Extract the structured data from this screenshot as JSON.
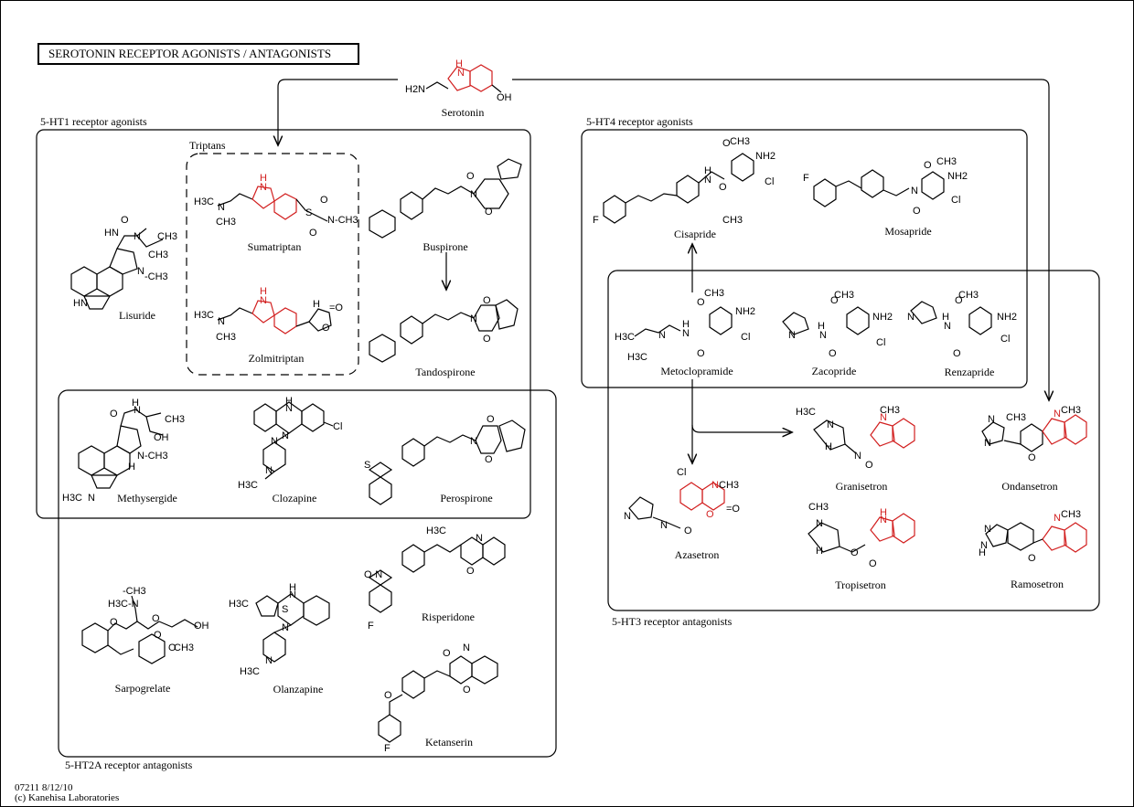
{
  "title": "SEROTONIN RECEPTOR AGONISTS / ANTAGONISTS",
  "serotonin": "Serotonin",
  "groups": {
    "ht1_agonists": "5-HT1 receptor agonists",
    "triptans": "Triptans",
    "ht4_agonists": "5-HT4 receptor agonists",
    "ht2a_antagonists": "5-HT2A receptor antagonists",
    "ht3_antagonists": "5-HT3 receptor antagonists"
  },
  "compounds": {
    "lisuride": "Lisuride",
    "sumatriptan": "Sumatriptan",
    "zolmitriptan": "Zolmitriptan",
    "buspirone": "Buspirone",
    "tandospirone": "Tandospirone",
    "methysergide": "Methysergide",
    "clozapine": "Clozapine",
    "perospirone": "Perospirone",
    "sarpogrelate": "Sarpogrelate",
    "olanzapine": "Olanzapine",
    "risperidone": "Risperidone",
    "ketanserin": "Ketanserin",
    "cisapride": "Cisapride",
    "mosapride": "Mosapride",
    "metoclopramide": "Metoclopramide",
    "zacopride": "Zacopride",
    "renzapride": "Renzapride",
    "azasetron": "Azasetron",
    "granisetron": "Granisetron",
    "ondansetron": "Ondansetron",
    "tropisetron": "Tropisetron",
    "ramosetron": "Ramosetron"
  },
  "footer": {
    "id_date": "07211 8/12/10",
    "copyright": "(c) Kanehisa Laboratories"
  },
  "colors": {
    "highlight": "#d21f1f",
    "line": "#000000"
  }
}
